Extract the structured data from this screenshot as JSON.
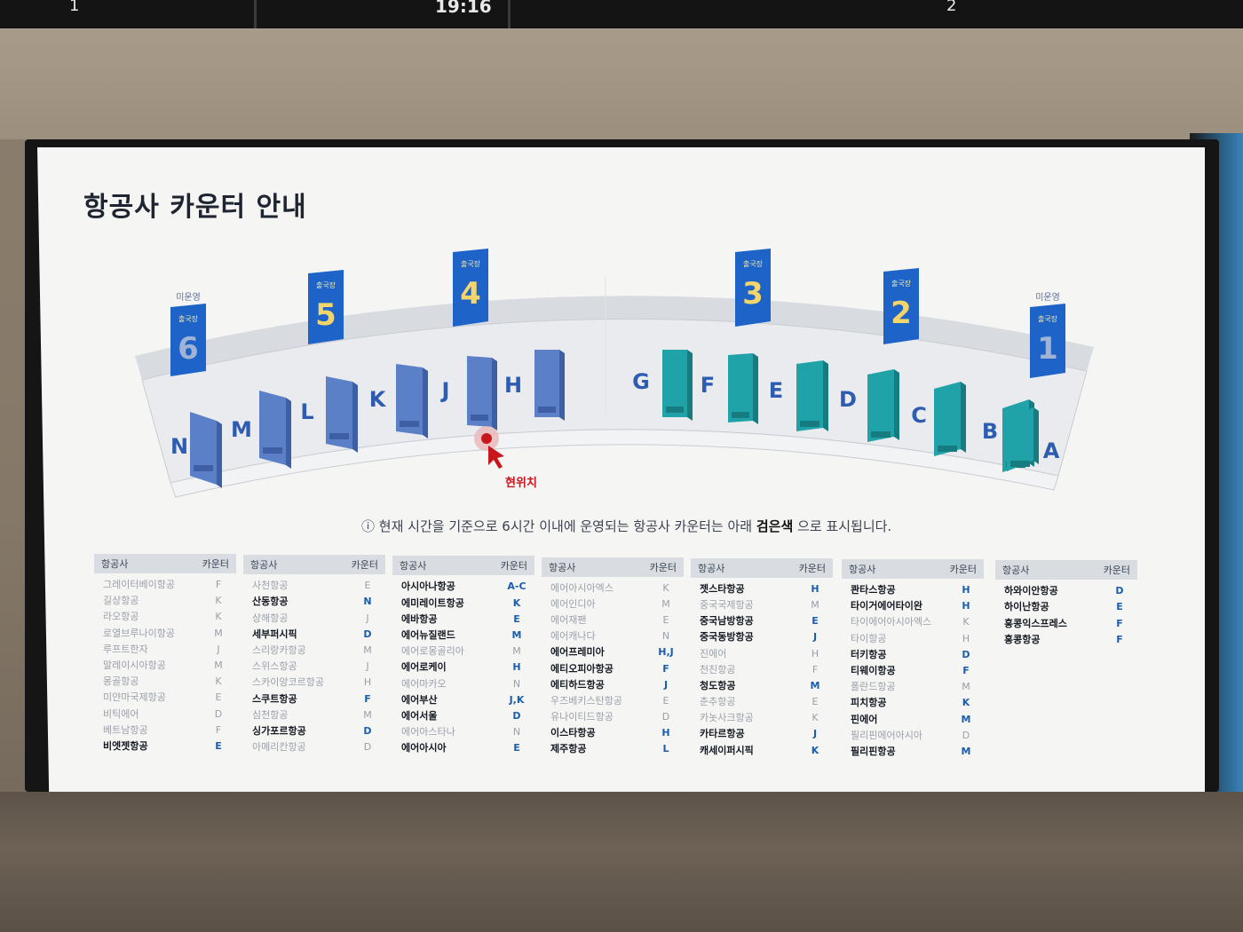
{
  "top_bar": {
    "clock": "19:16",
    "left_mark": "1",
    "right_mark": "2"
  },
  "title": "항공사 카운터 안내",
  "departures": [
    {
      "label": "출국장",
      "number": "6",
      "status": "미운영"
    },
    {
      "label": "출국장",
      "number": "5",
      "status": ""
    },
    {
      "label": "출국장",
      "number": "4",
      "status": ""
    },
    {
      "label": "출국장",
      "number": "3",
      "status": ""
    },
    {
      "label": "출국장",
      "number": "2",
      "status": ""
    },
    {
      "label": "출국장",
      "number": "1",
      "status": "미운영"
    }
  ],
  "counters_left": [
    "N",
    "M",
    "L",
    "K",
    "J",
    "H"
  ],
  "counters_right": [
    "G",
    "F",
    "E",
    "D",
    "C",
    "B",
    "A"
  ],
  "current_location": "현위치",
  "notice": {
    "prefix": "현재 시간을 기준으로 6시간 이내에 운영되는 항공사 카운터는 아래",
    "highlight": "검은색",
    "suffix": "으로 표시됩니다."
  },
  "colors": {
    "left_counters": "#5b80c8",
    "right_counters": "#1fa3a8",
    "departure_banner": "#1e63c7",
    "counter_text": "#1b5dad",
    "location_pin": "#c8161d"
  },
  "table": {
    "header_airline": "항공사",
    "header_counter": "카운터",
    "columns": [
      [
        {
          "name": "그레이터베이항공",
          "counter": "F",
          "active": false
        },
        {
          "name": "길상항공",
          "counter": "K",
          "active": false
        },
        {
          "name": "라오항공",
          "counter": "K",
          "active": false
        },
        {
          "name": "로열브루나이항공",
          "counter": "M",
          "active": false
        },
        {
          "name": "루프트한자",
          "counter": "J",
          "active": false
        },
        {
          "name": "말레이시아항공",
          "counter": "M",
          "active": false
        },
        {
          "name": "몽골항공",
          "counter": "K",
          "active": false
        },
        {
          "name": "미얀마국제항공",
          "counter": "E",
          "active": false
        },
        {
          "name": "비틱에어",
          "counter": "D",
          "active": false
        },
        {
          "name": "베트남항공",
          "counter": "F",
          "active": false
        },
        {
          "name": "비엣젯항공",
          "counter": "E",
          "active": true
        }
      ],
      [
        {
          "name": "사천항공",
          "counter": "E",
          "active": false
        },
        {
          "name": "산동항공",
          "counter": "N",
          "active": true
        },
        {
          "name": "상해항공",
          "counter": "J",
          "active": false
        },
        {
          "name": "세부퍼시픽",
          "counter": "D",
          "active": true
        },
        {
          "name": "스리랑카항공",
          "counter": "M",
          "active": false
        },
        {
          "name": "스위스항공",
          "counter": "J",
          "active": false
        },
        {
          "name": "스카이앙코르항공",
          "counter": "H",
          "active": false
        },
        {
          "name": "스쿠트항공",
          "counter": "F",
          "active": true
        },
        {
          "name": "심천항공",
          "counter": "M",
          "active": false
        },
        {
          "name": "싱가포르항공",
          "counter": "D",
          "active": true
        },
        {
          "name": "아메리칸항공",
          "counter": "D",
          "active": false
        }
      ],
      [
        {
          "name": "아시아나항공",
          "counter": "A-C",
          "active": true
        },
        {
          "name": "에미레이트항공",
          "counter": "K",
          "active": true
        },
        {
          "name": "에바항공",
          "counter": "E",
          "active": true
        },
        {
          "name": "에어뉴질랜드",
          "counter": "M",
          "active": true
        },
        {
          "name": "에어로몽골리아",
          "counter": "M",
          "active": false
        },
        {
          "name": "에어로케이",
          "counter": "H",
          "active": true
        },
        {
          "name": "에어마카오",
          "counter": "N",
          "active": false
        },
        {
          "name": "에어부산",
          "counter": "J,K",
          "active": true
        },
        {
          "name": "에어서울",
          "counter": "D",
          "active": true
        },
        {
          "name": "에어아스타나",
          "counter": "N",
          "active": false
        },
        {
          "name": "에어아시아",
          "counter": "E",
          "active": true
        }
      ],
      [
        {
          "name": "에어아시아엑스",
          "counter": "K",
          "active": false
        },
        {
          "name": "에어인디아",
          "counter": "M",
          "active": false
        },
        {
          "name": "에어재팬",
          "counter": "E",
          "active": false
        },
        {
          "name": "에어캐나다",
          "counter": "N",
          "active": false
        },
        {
          "name": "에어프레미아",
          "counter": "H,J",
          "active": true
        },
        {
          "name": "에티오피아항공",
          "counter": "F",
          "active": true
        },
        {
          "name": "에티하드항공",
          "counter": "J",
          "active": true
        },
        {
          "name": "우즈베키스탄항공",
          "counter": "E",
          "active": false
        },
        {
          "name": "유나이티드항공",
          "counter": "D",
          "active": false
        },
        {
          "name": "이스타항공",
          "counter": "H",
          "active": true
        },
        {
          "name": "제주항공",
          "counter": "L",
          "active": true
        }
      ],
      [
        {
          "name": "젯스타항공",
          "counter": "H",
          "active": true
        },
        {
          "name": "중국국제항공",
          "counter": "M",
          "active": false
        },
        {
          "name": "중국남방항공",
          "counter": "E",
          "active": true
        },
        {
          "name": "중국동방항공",
          "counter": "J",
          "active": true
        },
        {
          "name": "진에어",
          "counter": "H",
          "active": false
        },
        {
          "name": "천진항공",
          "counter": "F",
          "active": false
        },
        {
          "name": "청도항공",
          "counter": "M",
          "active": true
        },
        {
          "name": "춘추항공",
          "counter": "E",
          "active": false
        },
        {
          "name": "카놋사크항공",
          "counter": "K",
          "active": false
        },
        {
          "name": "카타르항공",
          "counter": "J",
          "active": true
        },
        {
          "name": "캐세이퍼시픽",
          "counter": "K",
          "active": true
        }
      ],
      [
        {
          "name": "콴타스항공",
          "counter": "H",
          "active": true
        },
        {
          "name": "타이거에어타이완",
          "counter": "H",
          "active": true
        },
        {
          "name": "타이에어아시아엑스",
          "counter": "K",
          "active": false
        },
        {
          "name": "타이항공",
          "counter": "H",
          "active": false
        },
        {
          "name": "터키항공",
          "counter": "D",
          "active": true
        },
        {
          "name": "티웨이항공",
          "counter": "F",
          "active": true
        },
        {
          "name": "폴란드항공",
          "counter": "M",
          "active": false
        },
        {
          "name": "피치항공",
          "counter": "K",
          "active": true
        },
        {
          "name": "핀에어",
          "counter": "M",
          "active": true
        },
        {
          "name": "필리핀에어아시아",
          "counter": "D",
          "active": false
        },
        {
          "name": "필리핀항공",
          "counter": "M",
          "active": true
        }
      ],
      [
        {
          "name": "하와이안항공",
          "counter": "D",
          "active": true
        },
        {
          "name": "하이난항공",
          "counter": "E",
          "active": true
        },
        {
          "name": "홍콩익스프레스",
          "counter": "F",
          "active": true
        },
        {
          "name": "홍콩항공",
          "counter": "F",
          "active": true
        }
      ]
    ]
  }
}
